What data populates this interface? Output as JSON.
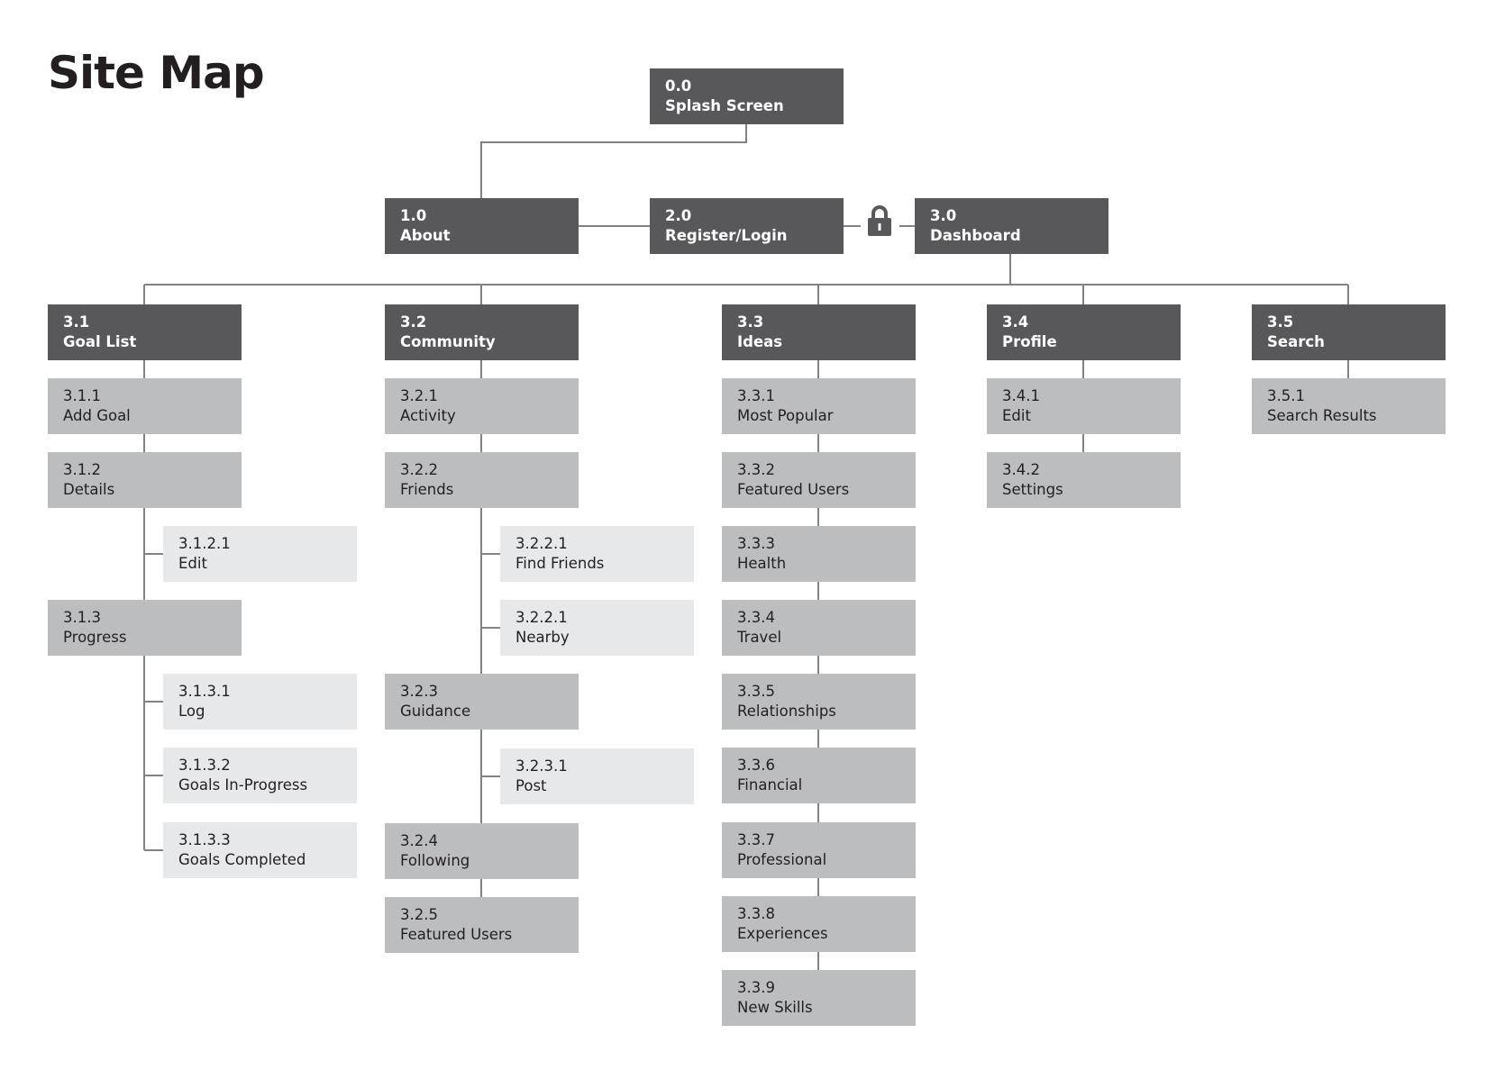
{
  "page": {
    "title": "Site Map"
  },
  "sitemap": {
    "splash": {
      "num": "0.0",
      "label": "Splash Screen"
    },
    "about": {
      "num": "1.0",
      "label": "About"
    },
    "register": {
      "num": "2.0",
      "label": "Register/Login"
    },
    "dashboard": {
      "num": "3.0",
      "label": "Dashboard"
    },
    "goal_list": {
      "num": "3.1",
      "label": "Goal List"
    },
    "add_goal": {
      "num": "3.1.1",
      "label": "Add Goal"
    },
    "details": {
      "num": "3.1.2",
      "label": "Details"
    },
    "details_edit": {
      "num": "3.1.2.1",
      "label": "Edit"
    },
    "progress": {
      "num": "3.1.3",
      "label": "Progress"
    },
    "log": {
      "num": "3.1.3.1",
      "label": "Log"
    },
    "goals_in_progress": {
      "num": "3.1.3.2",
      "label": "Goals In-Progress"
    },
    "goals_completed": {
      "num": "3.1.3.3",
      "label": "Goals Completed"
    },
    "community": {
      "num": "3.2",
      "label": "Community"
    },
    "activity": {
      "num": "3.2.1",
      "label": "Activity"
    },
    "friends": {
      "num": "3.2.2",
      "label": "Friends"
    },
    "find_friends": {
      "num": "3.2.2.1",
      "label": "Find Friends"
    },
    "nearby": {
      "num": "3.2.2.1",
      "label": "Nearby"
    },
    "guidance": {
      "num": "3.2.3",
      "label": "Guidance"
    },
    "post": {
      "num": "3.2.3.1",
      "label": "Post"
    },
    "following": {
      "num": "3.2.4",
      "label": "Following"
    },
    "community_featured": {
      "num": "3.2.5",
      "label": "Featured Users"
    },
    "ideas": {
      "num": "3.3",
      "label": "Ideas"
    },
    "most_popular": {
      "num": "3.3.1",
      "label": "Most Popular"
    },
    "ideas_featured": {
      "num": "3.3.2",
      "label": "Featured Users"
    },
    "health": {
      "num": "3.3.3",
      "label": "Health"
    },
    "travel": {
      "num": "3.3.4",
      "label": "Travel"
    },
    "relationships": {
      "num": "3.3.5",
      "label": "Relationships"
    },
    "financial": {
      "num": "3.3.6",
      "label": "Financial"
    },
    "professional": {
      "num": "3.3.7",
      "label": "Professional"
    },
    "experiences": {
      "num": "3.3.8",
      "label": "Experiences"
    },
    "new_skills": {
      "num": "3.3.9",
      "label": "New Skills"
    },
    "profile": {
      "num": "3.4",
      "label": "Profile"
    },
    "profile_edit": {
      "num": "3.4.1",
      "label": "Edit"
    },
    "settings": {
      "num": "3.4.2",
      "label": "Settings"
    },
    "search": {
      "num": "3.5",
      "label": "Search"
    },
    "search_results": {
      "num": "3.5.1",
      "label": "Search Results"
    }
  },
  "icons": {
    "gate": "lock-icon"
  },
  "colors": {
    "level1": "#58585a",
    "level2": "#bcbdbf",
    "level3": "#e7e8e9",
    "connector": "#808285",
    "title": "#231f20"
  }
}
